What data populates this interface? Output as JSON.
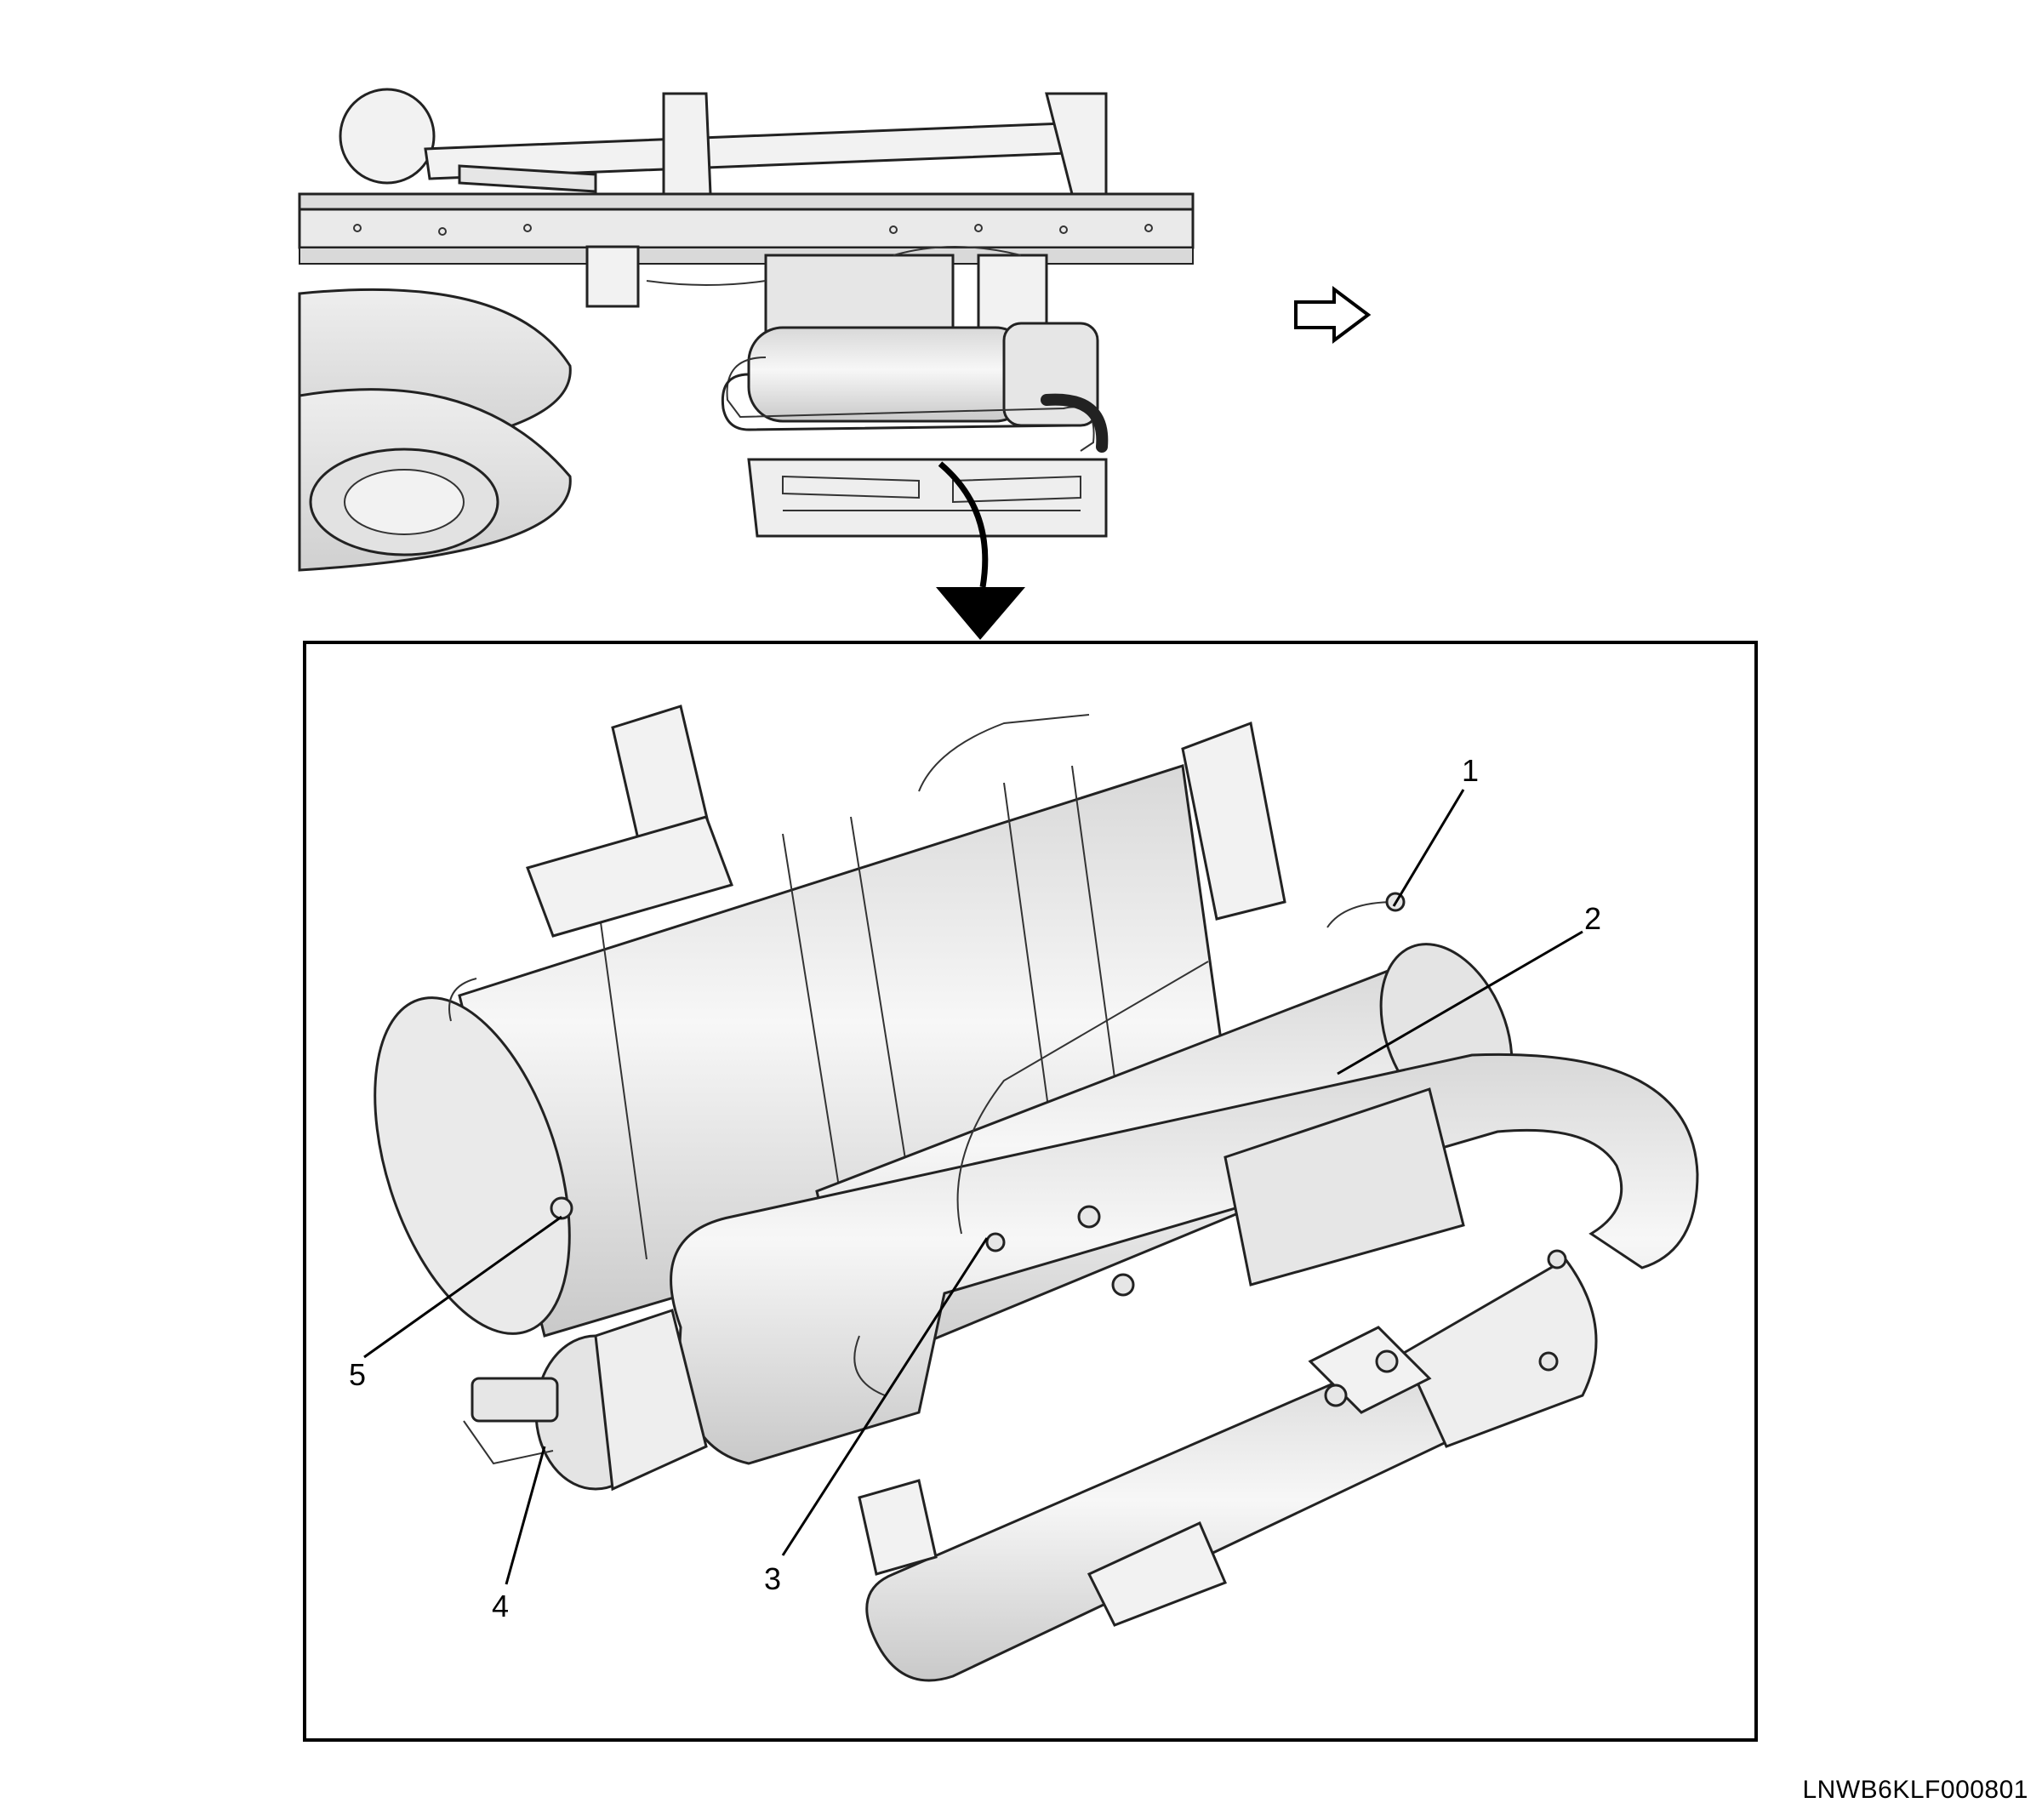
{
  "figure_code": "LNWB6KLF000801",
  "callouts": [
    {
      "number": "1"
    },
    {
      "number": "2"
    },
    {
      "number": "3"
    },
    {
      "number": "4"
    },
    {
      "number": "5"
    }
  ],
  "icons": [
    "front-direction-arrow-icon",
    "detail-pointer-arrow-icon"
  ]
}
